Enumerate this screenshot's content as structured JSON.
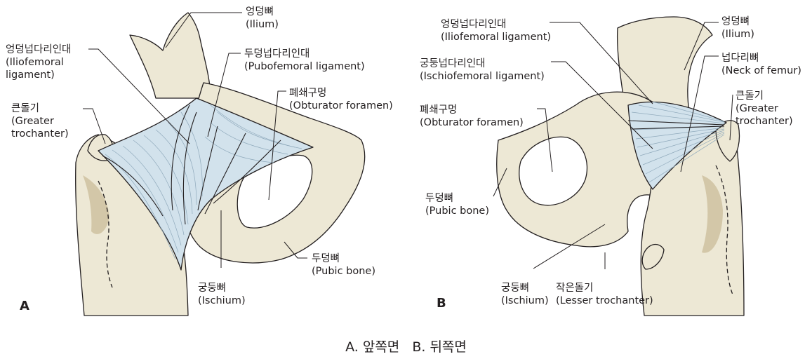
{
  "colors": {
    "bone_fill": "#ede8d5",
    "bone_shadow": "#d3c7a8",
    "ligament_fill": "#d2e2ec",
    "ligament_fiber": "#8fa9bb",
    "outline": "#231f20"
  },
  "panel_a": {
    "letter": "A",
    "labels": {
      "ilium": {
        "ko": "엉덩뼈",
        "en": "(Ilium)"
      },
      "iliofemoral": {
        "ko": "엉덩넙다리인대",
        "en1": "(Iliofemoral",
        "en2": "ligament)"
      },
      "pubofemoral": {
        "ko": "두덩넙다리인대",
        "en": "(Pubofemoral ligament)"
      },
      "obturator": {
        "ko": "폐쇄구멍",
        "en": "(Obturator foramen)"
      },
      "greater_trochanter": {
        "ko": "큰돌기",
        "en1": "(Greater",
        "en2": "trochanter)"
      },
      "pubic_bone": {
        "ko": "두덩뼈",
        "en": "(Pubic bone)"
      },
      "ischium": {
        "ko": "궁둥뼈",
        "en": "(Ischium)"
      }
    }
  },
  "panel_b": {
    "letter": "B",
    "labels": {
      "iliofemoral": {
        "ko": "엉덩넙다리인대",
        "en": "(Iliofemoral ligament)"
      },
      "ischiofemoral": {
        "ko": "궁둥넙다리인대",
        "en": "(Ischiofemoral ligament)"
      },
      "obturator": {
        "ko": "폐쇄구멍",
        "en": "(Obturator foramen)"
      },
      "pubic_bone": {
        "ko": "두덩뼈",
        "en": "(Pubic bone)"
      },
      "ischium": {
        "ko": "궁둥뼈",
        "en": "(Ischium)"
      },
      "lesser_trochanter": {
        "ko": "작은돌기",
        "en": "(Lesser trochanter)"
      },
      "ilium": {
        "ko": "엉덩뼈",
        "en": "(Ilium)"
      },
      "neck_of_femur": {
        "ko": "넙다리뼈",
        "en": "(Neck of femur)"
      },
      "greater_trochanter": {
        "ko": "큰돌기",
        "en1": "(Greater",
        "en2": "trochanter)"
      }
    }
  },
  "caption": {
    "a": "A. 앞쪽면",
    "b": "B. 뒤쪽면"
  }
}
